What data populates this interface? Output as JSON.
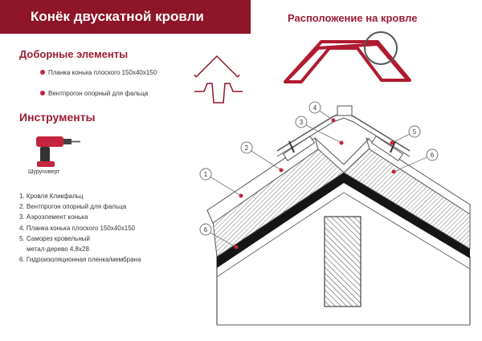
{
  "header": {
    "title": "Конёк двускатной кровли",
    "location_title": "Расположение на кровле"
  },
  "extra_elements": {
    "heading": "Доборные элементы",
    "items": [
      "Планка конька плоского 150х40х150",
      "Вентпрогон опорный для фальца"
    ]
  },
  "tools": {
    "heading": "Инструменты",
    "tool_caption": "Шуруповерт"
  },
  "legend": [
    "1. Кровля Кликфальц",
    "2. Вентпрогон опорный для фальца",
    "3. Аэроэлемент конька",
    "4. Планка конька плоского 150х40х150",
    "5. Саморез кровельный",
    "метал-дерево 4,8х28",
    "6. Гидроизоляционная пленка/мембрана"
  ],
  "callouts": [
    "1",
    "2",
    "3",
    "4",
    "5",
    "6",
    "6"
  ],
  "colors": {
    "accent": "#8e1428",
    "marker": "#c4243e",
    "outline": "#555555"
  }
}
